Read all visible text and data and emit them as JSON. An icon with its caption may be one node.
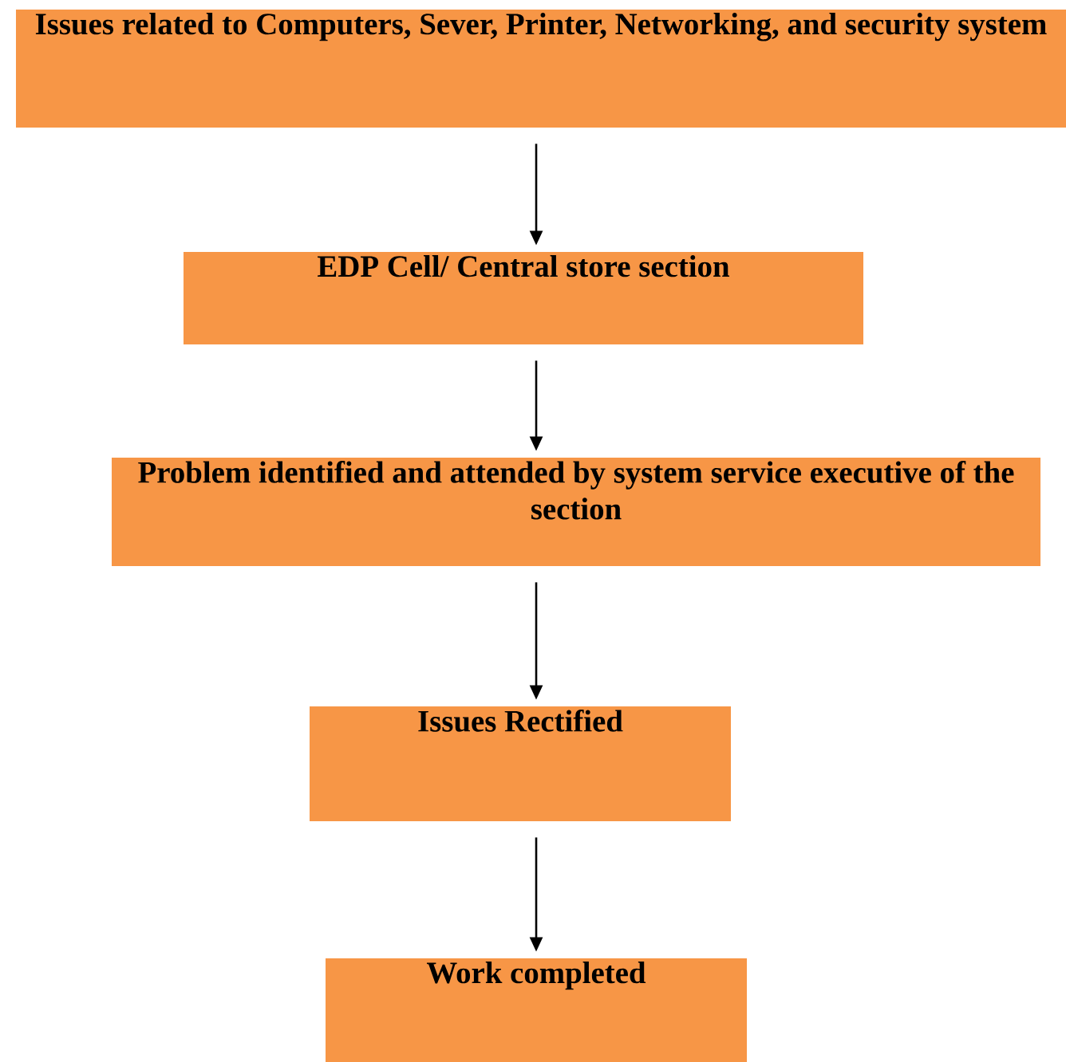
{
  "diagram": {
    "nodes": [
      {
        "text": [
          "Issues related to Computers, Sever, Printer, Networking, and security system"
        ]
      },
      {
        "text": [
          "EDP Cell/ Central store section"
        ]
      },
      {
        "text": [
          "Problem identified and attended by system service executive of the section"
        ]
      },
      {
        "text": [
          "Issues Rectified"
        ]
      },
      {
        "text": [
          "Work completed"
        ]
      }
    ],
    "edges": [
      {
        "from": 0,
        "to": 1,
        "arrow": "to"
      },
      {
        "from": 1,
        "to": 2,
        "arrow": "to"
      },
      {
        "from": 2,
        "to": 3,
        "arrow": "to"
      },
      {
        "from": 3,
        "to": 4,
        "arrow": "to"
      }
    ]
  }
}
